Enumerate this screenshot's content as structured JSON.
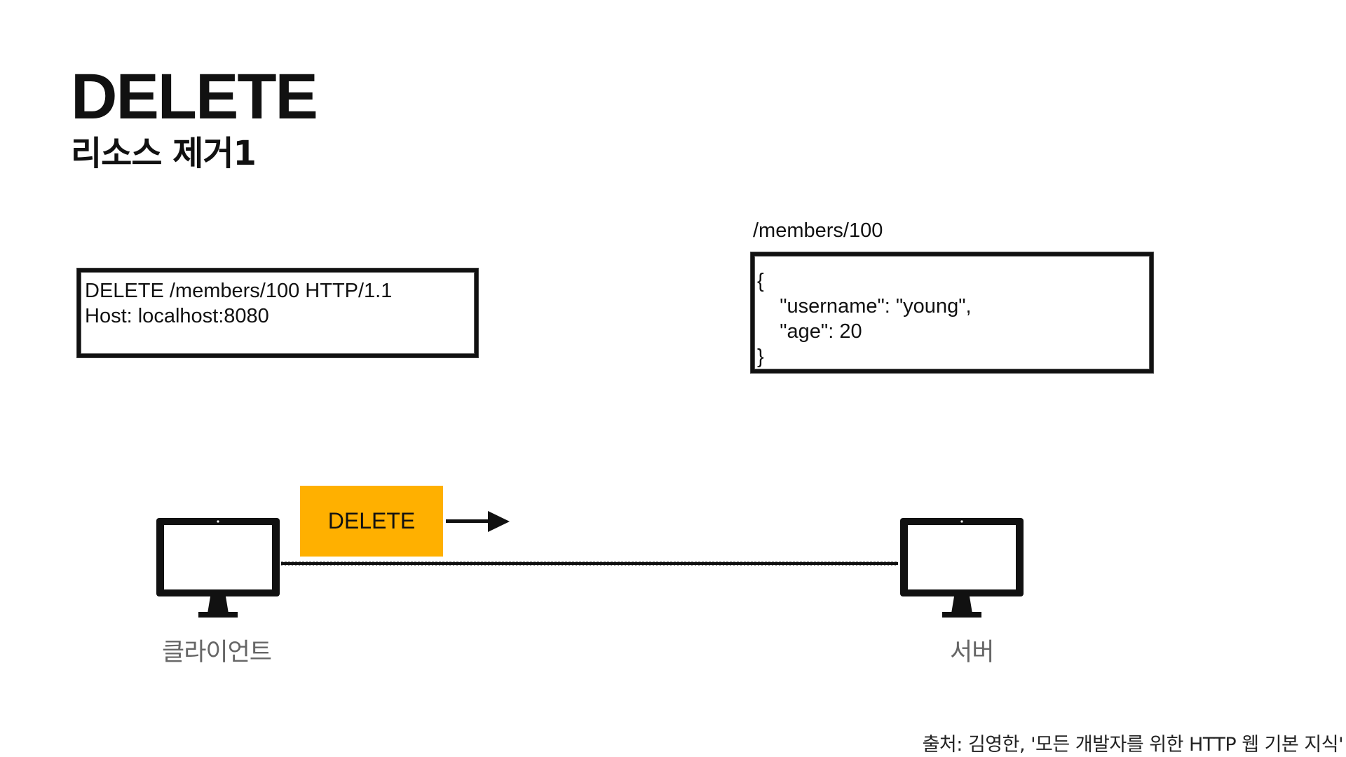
{
  "slide": {
    "title": "DELETE",
    "subtitle": "리소스 제거1"
  },
  "request": {
    "lines": "DELETE /members/100 HTTP/1.1\nHost: localhost:8080"
  },
  "resource": {
    "path": "/members/100",
    "body": "{\n    \"username\": \"young\",\n    \"age\": 20\n}"
  },
  "diagram": {
    "method_badge": "DELETE",
    "badge_color": "#FFB000",
    "client_label": "클라이언트",
    "server_label": "서버",
    "client_icon": "monitor-icon",
    "server_icon": "monitor-icon"
  },
  "footer": {
    "source": "출처: 김영한, '모든 개발자를 위한 HTTP 웹 기본 지식'"
  }
}
